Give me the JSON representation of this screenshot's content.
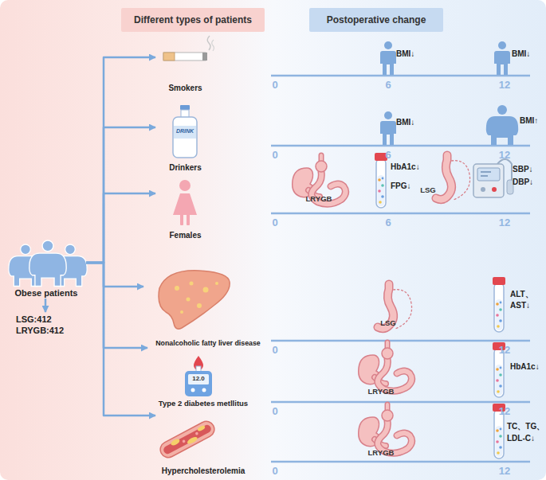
{
  "diagram": {
    "nodes": [
      {
        "text": [
          "Different types of patients"
        ]
      },
      {
        "text": [
          "Postoperative change"
        ]
      },
      {
        "text": [
          "Obese patients"
        ]
      },
      {
        "text": [
          "LSG:412",
          "LRYGB:412"
        ]
      },
      {
        "text": [
          "Smokers"
        ]
      },
      {
        "text": [
          "Drinkers"
        ]
      },
      {
        "text": [
          "Females"
        ]
      },
      {
        "text": [
          "Nonalcoholic fatty liver disease"
        ]
      },
      {
        "text": [
          "Type 2 diabetes metllitus"
        ]
      },
      {
        "text": [
          "Hypercholesterolemia"
        ]
      }
    ],
    "edges": [
      {
        "from": 2,
        "to": 3,
        "arrow": "to"
      },
      {
        "from": 2,
        "to": 4,
        "arrow": "to"
      },
      {
        "from": 2,
        "to": 5,
        "arrow": "to"
      },
      {
        "from": 2,
        "to": 6,
        "arrow": "to"
      },
      {
        "from": 2,
        "to": 7,
        "arrow": "to"
      },
      {
        "from": 2,
        "to": 8,
        "arrow": "to"
      },
      {
        "from": 2,
        "to": 9,
        "arrow": "to"
      }
    ],
    "labels": [
      "0",
      "6",
      "12",
      "BMI↓",
      "BMI↓",
      "DRINK",
      "0",
      "6",
      "12",
      "BMI↓",
      "BMI↑",
      "0",
      "6",
      "12",
      "LRYGB",
      "HbA1c↓",
      "FPG↓",
      "LSG",
      "SBP↓",
      "DBP↓",
      "0",
      "12",
      "LSG",
      "ALT、",
      "AST↓",
      "12.0",
      "0",
      "12",
      "LRYGB",
      "HbA1c↓",
      "0",
      "12",
      "LRYGB",
      "TC、TG、",
      "LDL-C↓"
    ]
  }
}
